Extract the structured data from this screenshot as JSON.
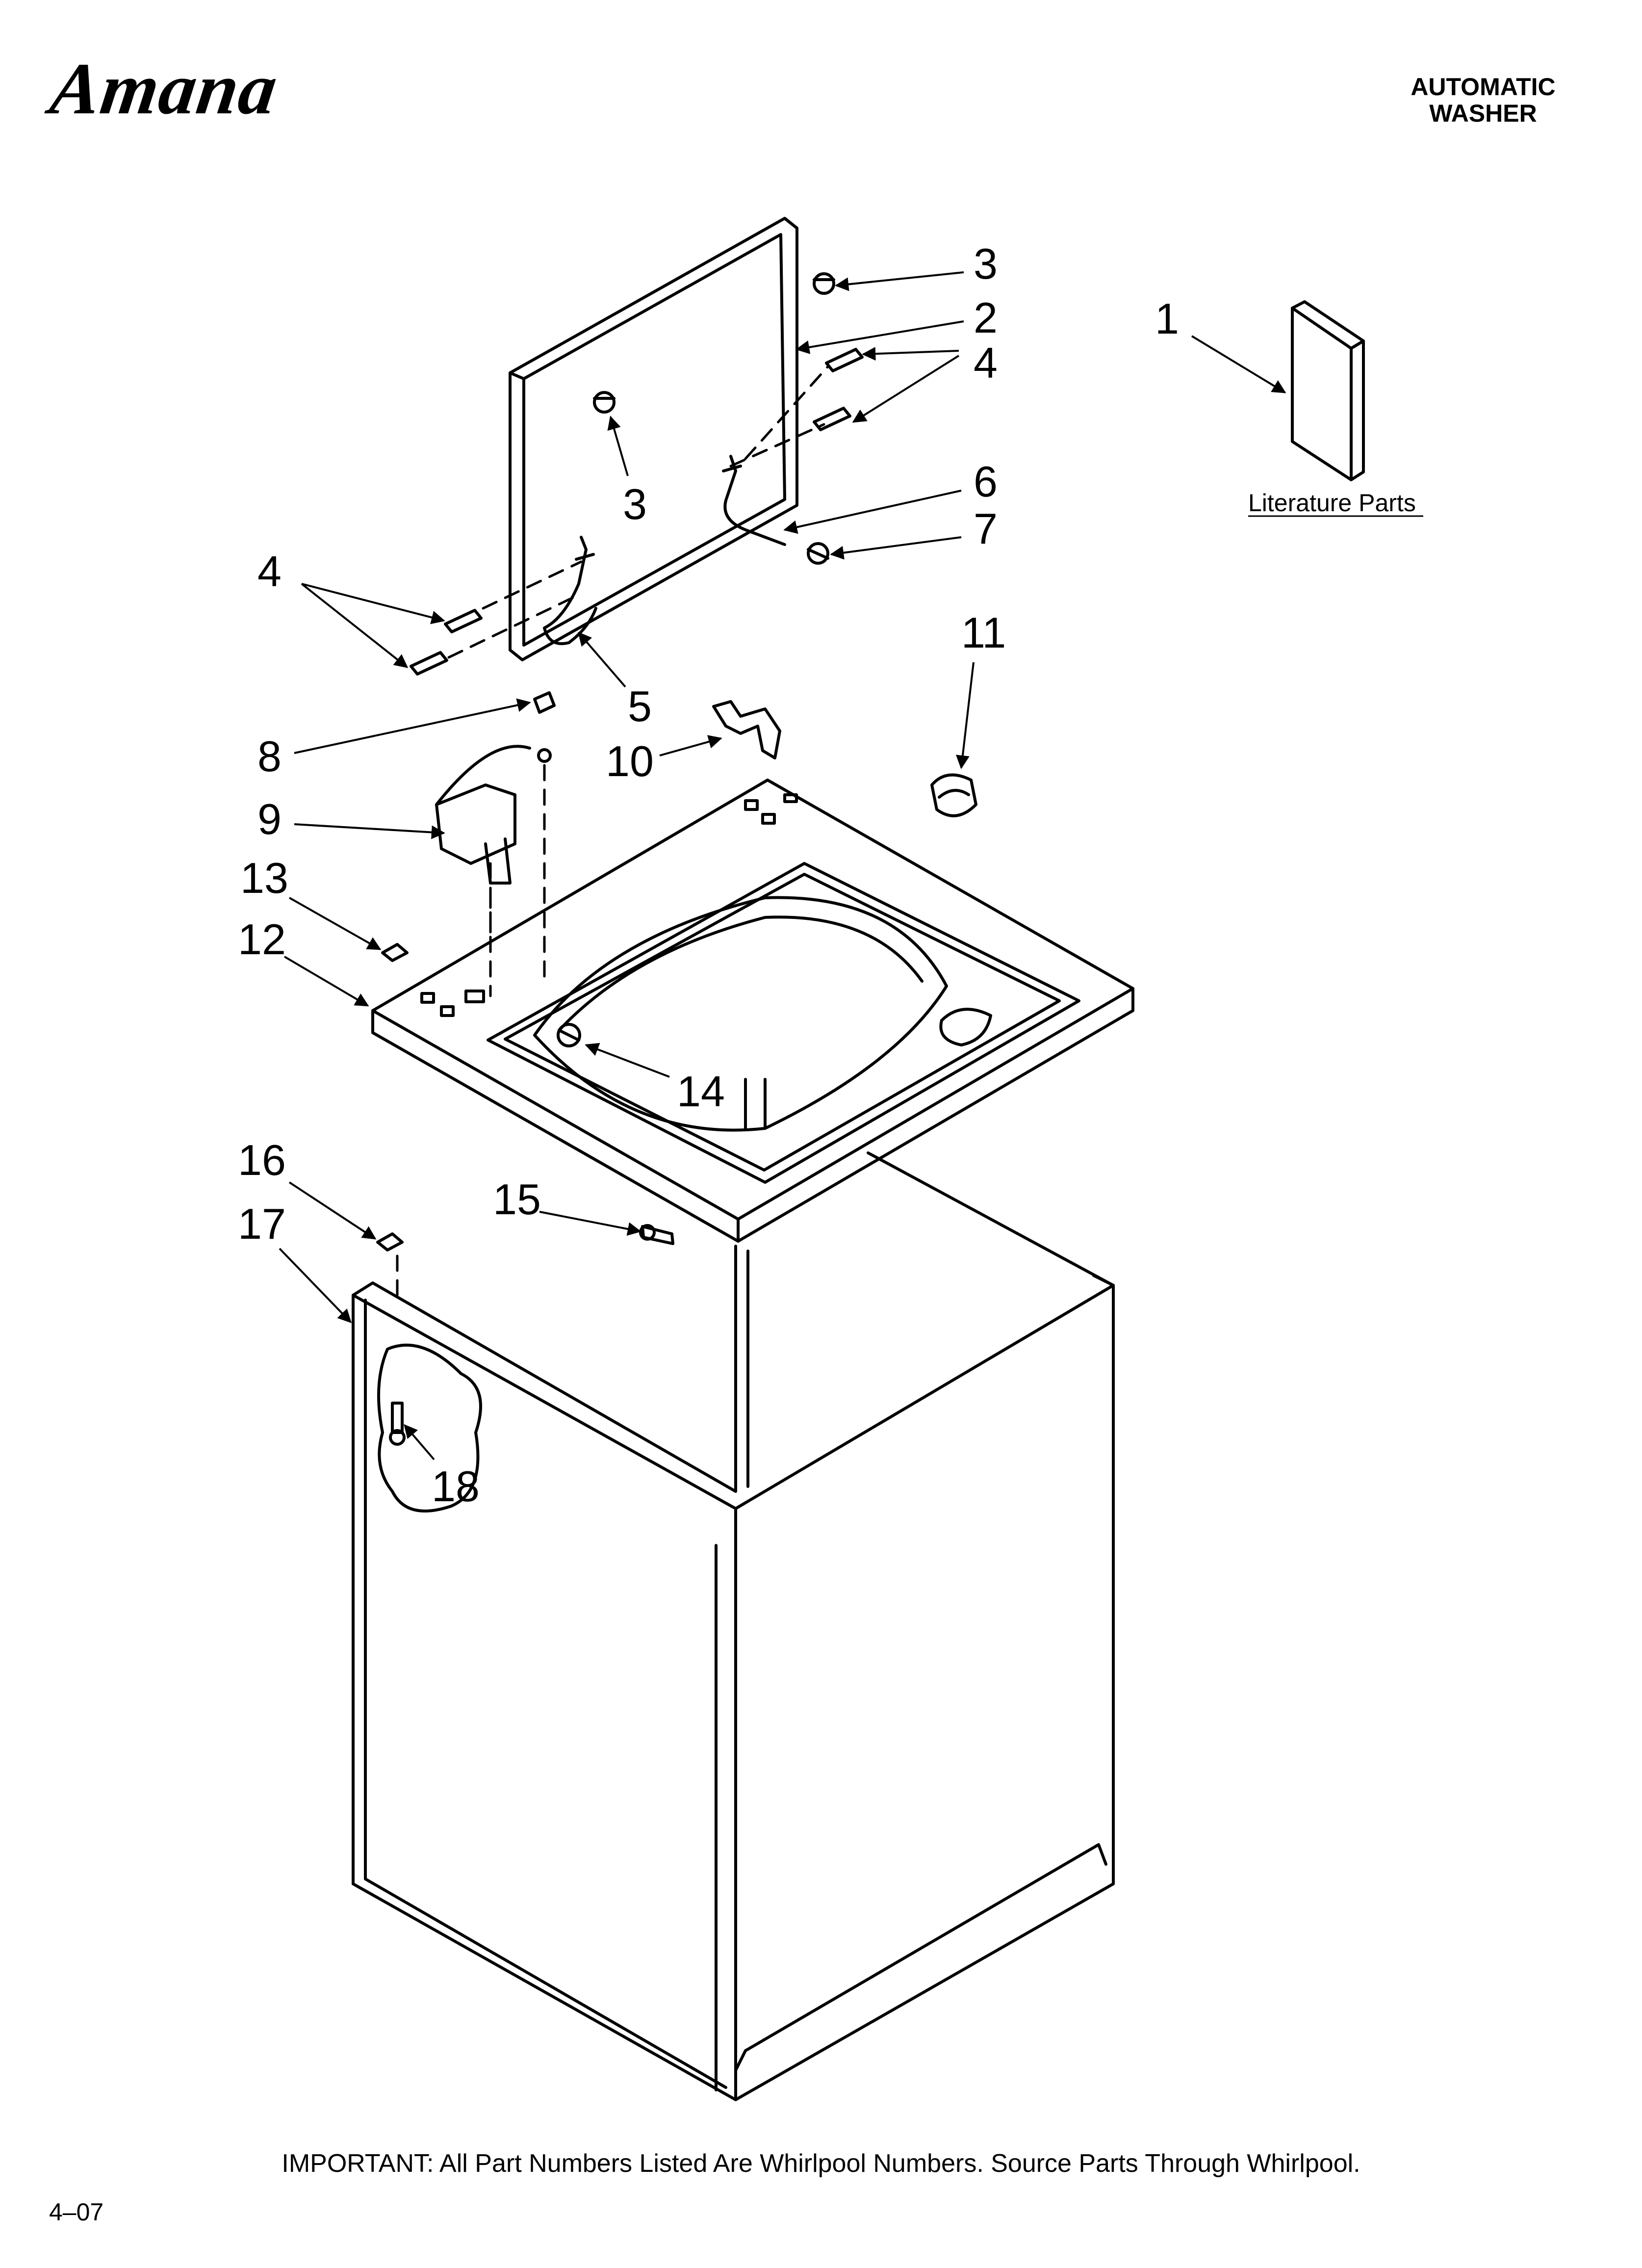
{
  "header": {
    "brand": "Amana",
    "title_line1": "AUTOMATIC",
    "title_line2": "WASHER"
  },
  "literature": {
    "label": "Literature Parts"
  },
  "callouts": [
    "1",
    "2",
    "3",
    "3",
    "4",
    "4",
    "5",
    "6",
    "7",
    "8",
    "9",
    "10",
    "11",
    "12",
    "13",
    "14",
    "15",
    "16",
    "17",
    "18"
  ],
  "footer": {
    "note": "IMPORTANT: All Part Numbers Listed Are Whirlpool Numbers. Source Parts Through Whirlpool.",
    "page_code": "4–07"
  }
}
